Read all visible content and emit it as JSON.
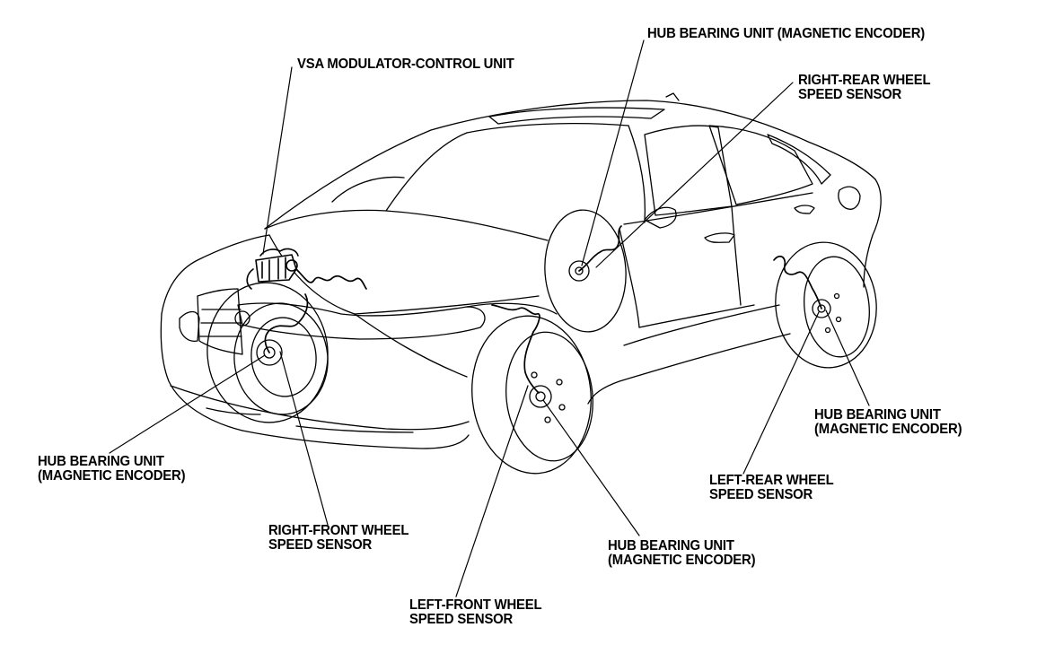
{
  "labels": {
    "vsa_modulator": {
      "line1": "VSA MODULATOR-CONTROL UNIT"
    },
    "hub_rear_right": {
      "line1": "HUB BEARING UNIT (MAGNETIC ENCODER)"
    },
    "rr_sensor": {
      "line1": "RIGHT-REAR WHEEL",
      "line2": "SPEED SENSOR"
    },
    "hub_front_right": {
      "line1": "HUB BEARING UNIT",
      "line2": "(MAGNETIC ENCODER)"
    },
    "rf_sensor": {
      "line1": "RIGHT-FRONT WHEEL",
      "line2": "SPEED SENSOR"
    },
    "lf_sensor": {
      "line1": "LEFT-FRONT WHEEL",
      "line2": "SPEED SENSOR"
    },
    "hub_front_left": {
      "line1": "HUB BEARING UNIT",
      "line2": "(MAGNETIC ENCODER)"
    },
    "lr_sensor": {
      "line1": "LEFT-REAR WHEEL",
      "line2": "SPEED SENSOR"
    },
    "hub_rear_left": {
      "line1": "HUB BEARING UNIT",
      "line2": "(MAGNETIC ENCODER)"
    }
  },
  "colors": {
    "ink": "#000000",
    "paper": "#ffffff"
  }
}
